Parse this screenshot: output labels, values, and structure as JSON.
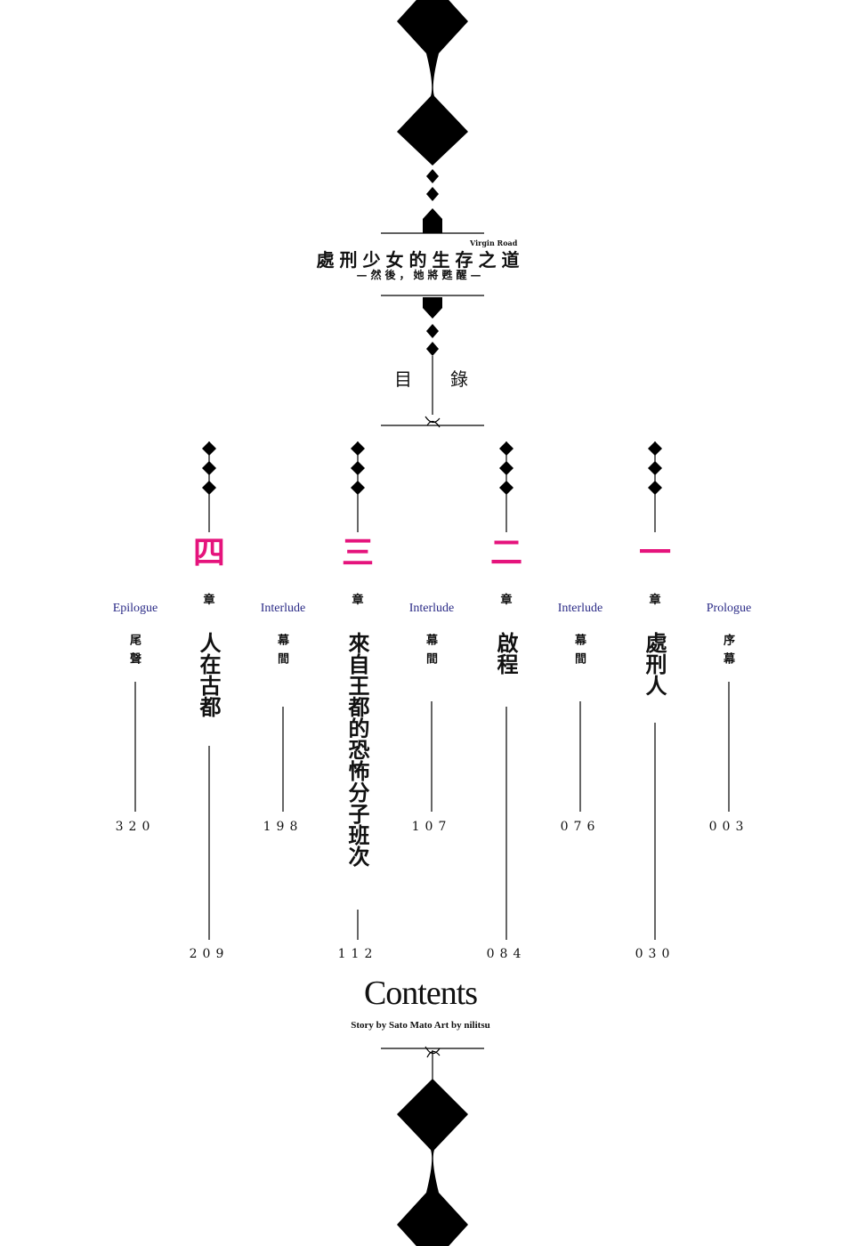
{
  "title": {
    "main": "處刑少女的生存之道",
    "ruby": "Virgin Road",
    "subtitle": "—然後，她將甦醒—"
  },
  "toc_label": [
    "目",
    "錄"
  ],
  "accent_color": "#e5137c",
  "english_label_color": "#2a2a86",
  "chapter_word": "章",
  "chapters": [
    {
      "number": "四",
      "title": "人在古都",
      "page": "209"
    },
    {
      "number": "三",
      "title": "來自王都的恐怖分子班次",
      "page": "112"
    },
    {
      "number": "二",
      "title": "啟程",
      "page": "084"
    },
    {
      "number": "一",
      "title": "處刑人",
      "page": "030"
    }
  ],
  "sections": [
    {
      "english": "Epilogue",
      "title": "尾聲",
      "page": "320"
    },
    {
      "english": "Interlude",
      "title": "幕間",
      "page": "198"
    },
    {
      "english": "Interlude",
      "title": "幕間",
      "page": "107"
    },
    {
      "english": "Interlude",
      "title": "幕間",
      "page": "076"
    },
    {
      "english": "Prologue",
      "title": "序幕",
      "page": "003"
    }
  ],
  "contents_heading": "Contents",
  "credits": "Story by Sato Mato Art by nilitsu"
}
